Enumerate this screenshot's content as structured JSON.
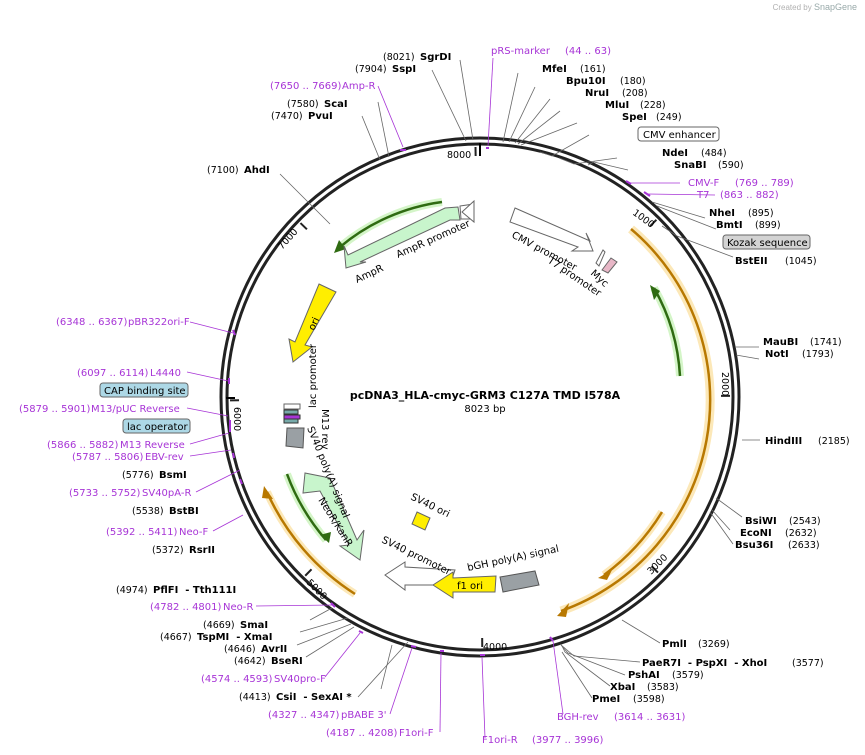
{
  "credit": {
    "prefix": "Created by",
    "brand": "SnapGene"
  },
  "plasmid": {
    "name": "pcDNA3_HLA-cmyc-GRM3 C127A TMD I578A",
    "size": "8023 bp",
    "total_bp": 8023
  },
  "colors": {
    "primer": "#a734d6",
    "orf": "#d98b00",
    "promoter": "#ffffff",
    "ampr": "#c8f5cc",
    "ori": "#ffee00",
    "polyA": "#9aa0a4",
    "boxed": "#add8e6"
  },
  "ticks": [
    "1000",
    "2000",
    "3000",
    "4000",
    "5000",
    "6000",
    "7000",
    "8000"
  ],
  "features": [
    {
      "label": "CMV promoter"
    },
    {
      "label": "T7 promoter"
    },
    {
      "label": "Myc"
    },
    {
      "label": "AmpR"
    },
    {
      "label": "AmpR promoter"
    },
    {
      "label": "ori"
    },
    {
      "label": "lac promoter"
    },
    {
      "label": "M13 rev"
    },
    {
      "label": "SV40 poly(A) signal"
    },
    {
      "label": "NeoR/KanR"
    },
    {
      "label": "SV40 ori"
    },
    {
      "label": "SV40 promoter"
    },
    {
      "label": "f1 ori"
    },
    {
      "label": "bGH poly(A) signal"
    }
  ],
  "sites_right": [
    {
      "name": "pRS-marker",
      "pos": "(44 .. 63)",
      "kind": "primer"
    },
    {
      "name": "MfeI",
      "pos": "(161)"
    },
    {
      "name": "Bpu10I",
      "pos": "(180)"
    },
    {
      "name": "NruI",
      "pos": "(208)"
    },
    {
      "name": "MluI",
      "pos": "(228)"
    },
    {
      "name": "SpeI",
      "pos": "(249)"
    },
    {
      "name": "CMV enhancer",
      "pos": "",
      "kind": "feature-box"
    },
    {
      "name": "NdeI",
      "pos": "(484)"
    },
    {
      "name": "SnaBI",
      "pos": "(590)"
    },
    {
      "name": "CMV-F",
      "pos": "(769 .. 789)",
      "kind": "primer"
    },
    {
      "name": "T7",
      "pos": "(863 .. 882)",
      "kind": "primer"
    },
    {
      "name": "NheI",
      "pos": "(895)"
    },
    {
      "name": "BmtI",
      "pos": "(899)"
    },
    {
      "name": "Kozak sequence",
      "pos": "",
      "kind": "feature-box-grey"
    },
    {
      "name": "BstEII",
      "pos": "(1045)"
    },
    {
      "name": "MauBI",
      "pos": "(1741)"
    },
    {
      "name": "NotI",
      "pos": "(1793)"
    },
    {
      "name": "HindIII",
      "pos": "(2185)"
    },
    {
      "name": "BsiWI",
      "pos": "(2543)"
    },
    {
      "name": "EcoNI",
      "pos": "(2632)"
    },
    {
      "name": "Bsu36I",
      "pos": "(2633)"
    },
    {
      "name": "PmlI",
      "pos": "(3269)"
    },
    {
      "name": "PaeR7I  - PspXI  - XhoI",
      "pos": "(3577)"
    },
    {
      "name": "PshAI",
      "pos": "(3579)"
    },
    {
      "name": "XbaI",
      "pos": "(3583)"
    },
    {
      "name": "PmeI",
      "pos": "(3598)"
    },
    {
      "name": "BGH-rev",
      "pos": "(3614 .. 3631)",
      "kind": "primer"
    },
    {
      "name": "F1ori-R",
      "pos": "(3977 .. 3996)",
      "kind": "primer"
    }
  ],
  "sites_left": [
    {
      "name": "SgrDI",
      "pos": "(8021)"
    },
    {
      "name": "SspI",
      "pos": "(7904)"
    },
    {
      "name": "Amp-R",
      "pos": "(7650 .. 7669)",
      "kind": "primer"
    },
    {
      "name": "ScaI",
      "pos": "(7580)"
    },
    {
      "name": "PvuI",
      "pos": "(7470)"
    },
    {
      "name": "AhdI",
      "pos": "(7100)"
    },
    {
      "name": "pBR322ori-F",
      "pos": "(6348 .. 6367)",
      "kind": "primer"
    },
    {
      "name": "L4440",
      "pos": "(6097 .. 6114)",
      "kind": "primer"
    },
    {
      "name": "CAP binding site",
      "pos": "",
      "kind": "feature-box"
    },
    {
      "name": "M13/pUC Reverse",
      "pos": "(5879 .. 5901)",
      "kind": "primer"
    },
    {
      "name": "lac operator",
      "pos": "",
      "kind": "feature-box"
    },
    {
      "name": "M13 Reverse",
      "pos": "(5866 .. 5882)",
      "kind": "primer"
    },
    {
      "name": "EBV-rev",
      "pos": "(5787 .. 5806)",
      "kind": "primer"
    },
    {
      "name": "BsmI",
      "pos": "(5776)"
    },
    {
      "name": "SV40pA-R",
      "pos": "(5733 .. 5752)",
      "kind": "primer"
    },
    {
      "name": "BstBI",
      "pos": "(5538)"
    },
    {
      "name": "Neo-F",
      "pos": "(5392 .. 5411)",
      "kind": "primer"
    },
    {
      "name": "RsrII",
      "pos": "(5372)"
    },
    {
      "name": "PflFI  - Tth111I",
      "pos": "(4974)"
    },
    {
      "name": "Neo-R",
      "pos": "(4782 .. 4801)",
      "kind": "primer"
    },
    {
      "name": "SmaI",
      "pos": "(4669)"
    },
    {
      "name": "TspMI  - XmaI",
      "pos": "(4667)"
    },
    {
      "name": "AvrII",
      "pos": "(4646)"
    },
    {
      "name": "BseRI",
      "pos": "(4642)"
    },
    {
      "name": "SV40pro-F",
      "pos": "(4574 .. 4593)",
      "kind": "primer"
    },
    {
      "name": "CsiI  - SexAI *",
      "pos": "(4413)"
    },
    {
      "name": "pBABE 3'",
      "pos": "(4327 .. 4347)",
      "kind": "primer"
    },
    {
      "name": "F1ori-F",
      "pos": "(4187 .. 4208)",
      "kind": "primer"
    }
  ]
}
